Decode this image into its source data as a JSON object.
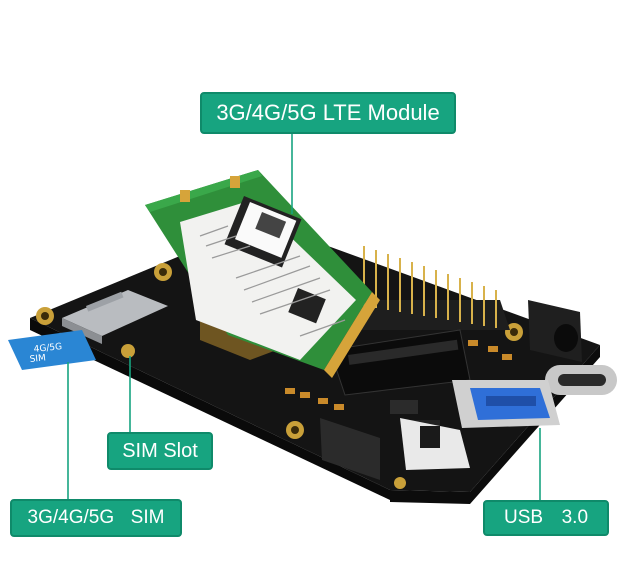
{
  "callouts": {
    "lte_module": "3G/4G/5G LTE Module",
    "sim_slot": "SIM Slot",
    "sim_card": "3G/4G/5G  SIM",
    "usb": "USB  3.0"
  },
  "sim_card_print": "4G/5G\nSIM",
  "colors": {
    "accent": "#17a480",
    "board": "#1c1c1c",
    "module_pcb": "#2f8f3a",
    "gold": "#d6a43a",
    "usb_blue": "#2f6fd8",
    "sim_blue": "#2a86d4"
  }
}
